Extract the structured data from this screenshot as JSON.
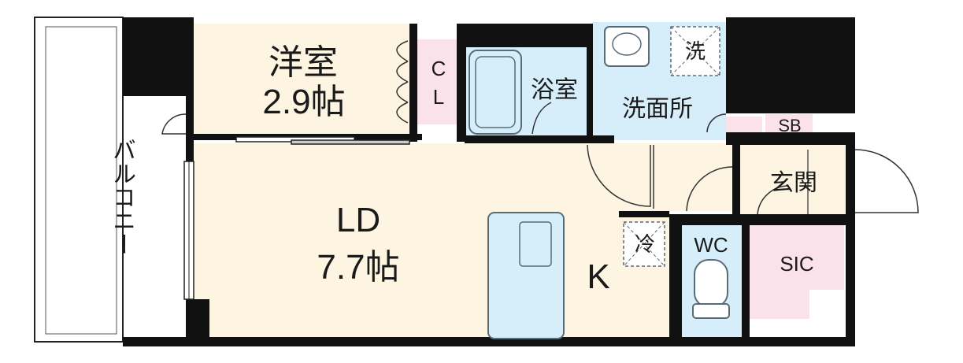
{
  "plan": {
    "rooms": {
      "western_room": {
        "name": "洋室",
        "size": "2.9帖"
      },
      "closet": {
        "line1": "C",
        "line2": "L"
      },
      "bathroom": {
        "name": "浴室"
      },
      "washroom": {
        "name": "洗面所"
      },
      "washer": {
        "name": "洗"
      },
      "shoe_box": {
        "name": "SB"
      },
      "entrance": {
        "name": "玄関"
      },
      "living": {
        "name": "LD",
        "size": "7.7帖"
      },
      "kitchen": {
        "name": "K"
      },
      "fridge": {
        "name": "冷"
      },
      "toilet": {
        "name": "WC"
      },
      "storage": {
        "name": "SIC"
      },
      "balcony": {
        "name": "バルコニー"
      }
    },
    "colors": {
      "wall": "#111111",
      "room_floor": "#fdf5e2",
      "wet_area": "#d6eefa",
      "closet": "#fbe1ea",
      "storage": "#fbe1ea",
      "fixture_stroke": "#5a6b78"
    }
  }
}
